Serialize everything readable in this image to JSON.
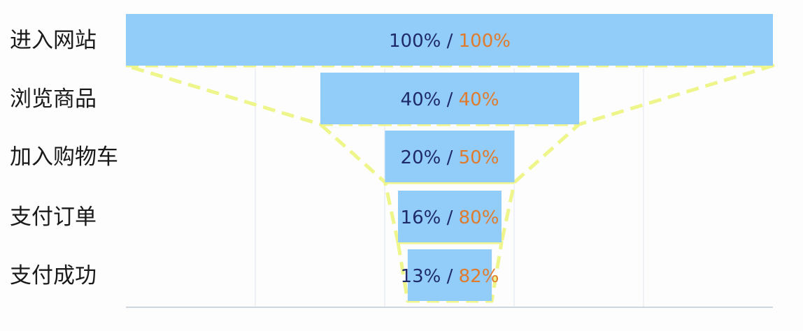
{
  "chart_data": {
    "type": "funnel",
    "categories": [
      "进入网站",
      "浏览商品",
      "加入购物车",
      "支付订单",
      "支付成功"
    ],
    "series": [
      {
        "values": [
          100,
          40,
          20,
          16,
          13
        ]
      },
      {
        "values": [
          100,
          40,
          50,
          80,
          82
        ]
      }
    ],
    "data_labels": [
      {
        "overall": "100%",
        "separator": " / ",
        "step": "100%"
      },
      {
        "overall": "40%",
        "separator": " / ",
        "step": "40%"
      },
      {
        "overall": "20%",
        "separator": " / ",
        "step": "50%"
      },
      {
        "overall": "16%",
        "separator": " / ",
        "step": "80%"
      },
      {
        "overall": "13%",
        "separator": " / ",
        "step": "82%"
      }
    ],
    "xlim": [
      0,
      100
    ],
    "grid": true
  },
  "colors": {
    "bar": "#92cdf9",
    "overall_label": "#1f2a6b",
    "step_label": "#e07b2e",
    "connector": "#eef58a",
    "grid": "#dfe7ee",
    "category_text": "#1a1a1a"
  }
}
